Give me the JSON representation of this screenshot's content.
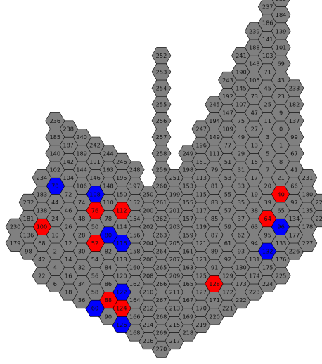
{
  "diagram": {
    "colors": {
      "default": "#808080",
      "red": "#ff0000",
      "blue": "#0000ff",
      "stroke": "#000000",
      "label": "#111111"
    },
    "red_cells": [
      40,
      52,
      64,
      76,
      88,
      100,
      112,
      124,
      128
    ],
    "blue_cells": [
      60,
      70,
      80,
      96,
      108,
      116,
      122,
      126,
      132
    ],
    "columns": [
      {
        "c": 0,
        "labels": [
          "270",
          "269",
          "268",
          "267",
          "266",
          "265",
          "264",
          "263",
          "262",
          "261",
          "260",
          "259",
          "258",
          "257",
          "256",
          "255",
          "254",
          "253",
          "252"
        ]
      },
      {
        "c": 1,
        "labels": [
          "217",
          "215",
          "213",
          "211",
          "209",
          "207",
          "205",
          "203",
          "201",
          "199",
          "251"
        ]
      },
      {
        "c": -1,
        "labels": [
          "216",
          "214",
          "212",
          "210",
          "208",
          "206",
          "204",
          "202",
          "200",
          "250"
        ]
      },
      {
        "c": 2,
        "labels": [
          "218",
          "169",
          "167",
          "165",
          "163",
          "161",
          "159",
          "157",
          "155",
          "153",
          "198",
          "249"
        ]
      },
      {
        "c": -2,
        "labels": [
          "168",
          "166",
          "164",
          "162",
          "160",
          "158",
          "156",
          "154",
          "152",
          "197",
          "248"
        ]
      },
      {
        "c": 3,
        "labels": [
          "219",
          "170",
          "127",
          "125",
          "123",
          "121",
          "119",
          "117",
          "115",
          "113",
          "151",
          "196",
          "247"
        ]
      },
      {
        "c": -3,
        "labels": [
          "126",
          "124",
          "122",
          "120",
          "118",
          "116",
          "114",
          "112",
          "150",
          "195",
          "246"
        ]
      },
      {
        "c": 4,
        "labels": [
          "220",
          "171",
          "128",
          "91",
          "89",
          "87",
          "85",
          "83",
          "81",
          "79",
          "111",
          "149",
          "194",
          "245"
        ]
      },
      {
        "c": -4,
        "labels": [
          "90",
          "88",
          "86",
          "84",
          "82",
          "80",
          "78",
          "110",
          "148",
          "193",
          "244"
        ]
      },
      {
        "c": 5,
        "labels": [
          "221",
          "172",
          "129",
          "92",
          "61",
          "59",
          "57",
          "55",
          "53",
          "51",
          "77",
          "109",
          "147",
          "192",
          "243"
        ]
      },
      {
        "c": -5,
        "labels": [
          "60",
          "58",
          "56",
          "54",
          "52",
          "50",
          "76",
          "108",
          "146",
          "191",
          "242"
        ]
      },
      {
        "c": 6,
        "labels": [
          "222",
          "173",
          "130",
          "93",
          "62",
          "37",
          "35",
          "33",
          "31",
          "29",
          "49",
          "75",
          "107",
          "145",
          "190",
          "241"
        ]
      },
      {
        "c": -6,
        "labels": [
          "36",
          "34",
          "32",
          "30",
          "28",
          "48",
          "74",
          "106",
          "144",
          "189",
          "240"
        ]
      },
      {
        "c": 7,
        "labels": [
          "223",
          "174",
          "131",
          "94",
          "63",
          "38",
          "19",
          "17",
          "15",
          "13",
          "27",
          "47",
          "73",
          "105",
          "143",
          "188",
          "239"
        ]
      },
      {
        "c": -7,
        "labels": [
          "18",
          "16",
          "14",
          "12",
          "26",
          "46",
          "72",
          "104",
          "142",
          "187",
          "238"
        ]
      },
      {
        "c": 8,
        "labels": [
          "224",
          "175",
          "132",
          "95",
          "64",
          "39",
          "20",
          "7",
          "5",
          "3",
          "11",
          "25",
          "45",
          "71",
          "103",
          "141",
          "186",
          "237"
        ]
      },
      {
        "c": -8,
        "labels": [
          "6",
          "4",
          "2",
          "10",
          "24",
          "44",
          "70",
          "102",
          "140",
          "185",
          "236"
        ]
      },
      {
        "c": 9,
        "labels": [
          "225",
          "176",
          "133",
          "96",
          "65",
          "40",
          "21",
          "8",
          "1",
          "0",
          "9",
          "23",
          "43",
          "69",
          "101",
          "139",
          "184",
          "235"
        ]
      },
      {
        "c": -9,
        "labels": [
          "22",
          "42",
          "68",
          "100",
          "138",
          "183",
          "234"
        ]
      },
      {
        "c": 10,
        "labels": [
          "226",
          "177",
          "134",
          "97",
          "66",
          "41",
          "67",
          "99",
          "137",
          "182",
          "233"
        ]
      },
      {
        "c": -10,
        "labels": [
          "98",
          "136",
          "181",
          "232"
        ]
      },
      {
        "c": 11,
        "labels": [
          "227",
          "178",
          "135",
          "180",
          "231"
        ]
      },
      {
        "c": -11,
        "labels": [
          "179",
          "230"
        ]
      },
      {
        "c": 12,
        "labels": [
          "228",
          "229"
        ]
      }
    ]
  }
}
